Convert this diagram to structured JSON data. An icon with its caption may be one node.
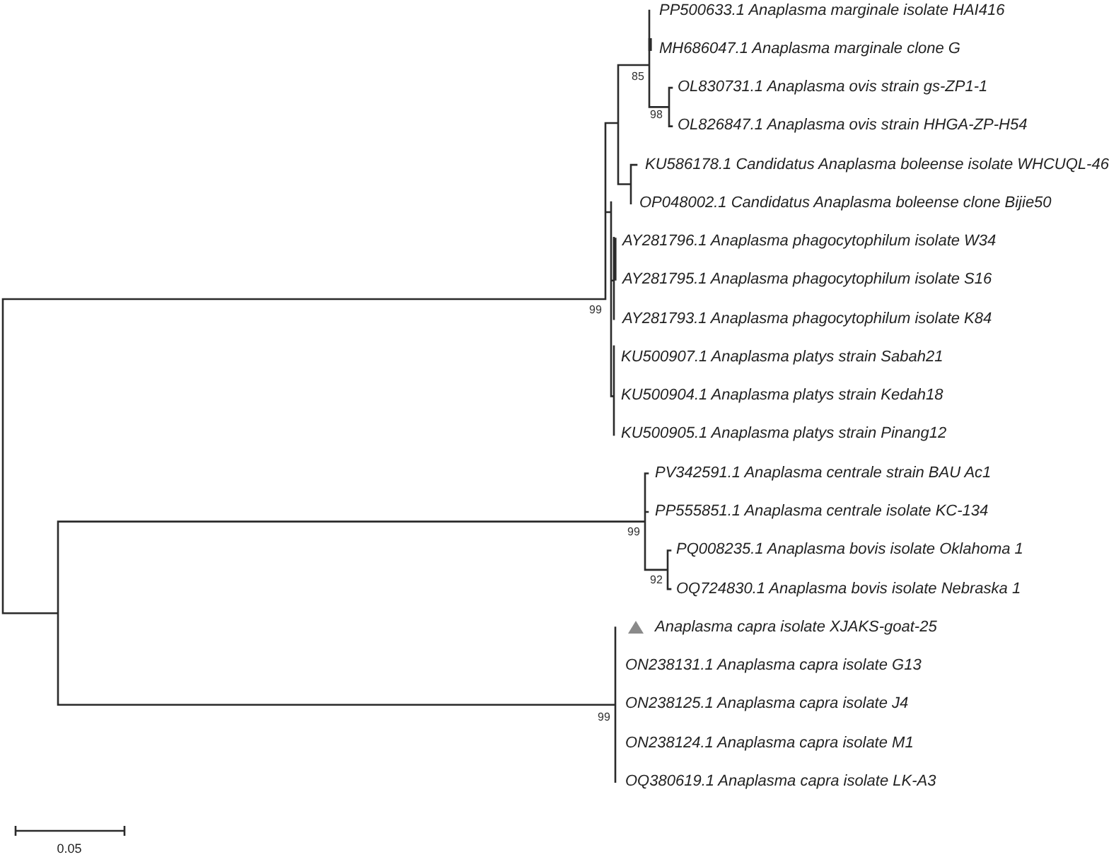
{
  "diagram": {
    "labels": [
      "PP500633.1 Anaplasma marginale isolate HAI416",
      "MH686047.1 Anaplasma marginale clone G",
      "85",
      "OL830731.1 Anaplasma ovis strain gs-ZP1-1",
      "98",
      "OL826847.1 Anaplasma ovis strain HHGA-ZP-H54",
      "KU586178.1 Candidatus Anaplasma boleense isolate WHCUQL-46",
      "OP048002.1 Candidatus Anaplasma boleense clone Bijie50",
      "AY281796.1 Anaplasma phagocytophilum isolate W34",
      "AY281795.1 Anaplasma phagocytophilum isolate S16",
      "99",
      "AY281793.1 Anaplasma phagocytophilum isolate K84",
      "KU500907.1 Anaplasma platys strain Sabah21",
      "KU500904.1 Anaplasma platys strain Kedah18",
      "KU500905.1 Anaplasma platys strain Pinang12",
      "PV342591.1 Anaplasma centrale strain BAU Ac1",
      "PP555851.1 Anaplasma centrale isolate KC-134",
      "99",
      "PQ008235.1 Anaplasma bovis isolate Oklahoma 1",
      "92",
      "OQ724830.1 Anaplasma bovis isolate Nebraska 1",
      "Anaplasma capra isolate XJAKS-goat-25",
      "ON238131.1 Anaplasma capra isolate G13",
      "ON238125.1 Anaplasma capra isolate J4",
      "99",
      "ON238124.1 Anaplasma capra isolate M1",
      "OQ380619.1 Anaplasma capra isolate LK-A3",
      "0.05"
    ]
  }
}
